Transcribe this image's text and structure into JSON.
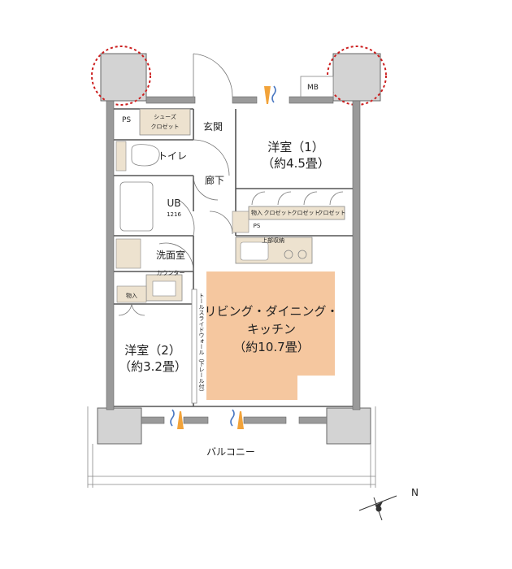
{
  "rooms": {
    "ps_top": "PS",
    "mb": "MB",
    "shoe_closet_1": "シューズ",
    "shoe_closet_2": "クロゼット",
    "entrance": "玄関",
    "toilet": "トイレ",
    "hallway": "廊下",
    "bath": "UB",
    "bath_size": "1216",
    "washroom": "洗面室",
    "counter": "カウンター",
    "storage": "物入",
    "western_1_name": "洋室（1）",
    "western_1_size": "（約4.5畳）",
    "western_2_name": "洋室（2）",
    "western_2_size": "（約3.2畳）",
    "ldk_line1": "リビング・ダイニング・",
    "ldk_line2": "キッチン",
    "ldk_size": "（約10.7畳）",
    "closet": "クロゼット",
    "storage_inner": "物入",
    "ps_inner": "PS",
    "upper_storage": "上部収納",
    "slide_wall": "トールスライドウォール（下レール付）",
    "balcony": "バルコニー",
    "north": "N"
  },
  "colors": {
    "wall": "#9a9a9a",
    "fixture": "#ede2cf",
    "ldk": "#f5c79f",
    "column": "#d3d3d3",
    "highlight": "#cc1f1f",
    "aircon_orange": "#f2a33a",
    "aircon_blue": "#4a78c2"
  }
}
